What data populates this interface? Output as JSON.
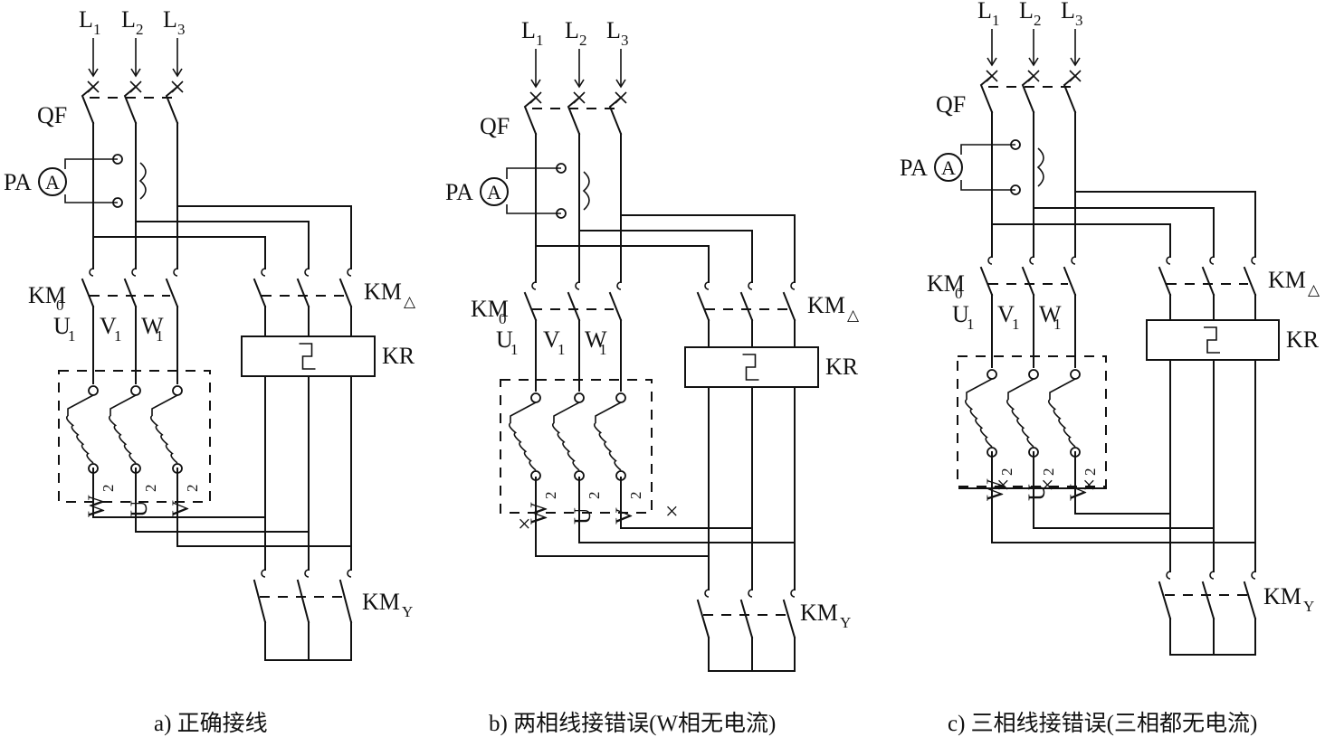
{
  "labels": {
    "L": "L",
    "n1": "1",
    "n2": "2",
    "n3": "3",
    "QF": "QF",
    "PA": "PA",
    "A": "A",
    "KM": "KM",
    "sub0": "0",
    "delta": "△",
    "wye": "Y",
    "KR": "KR",
    "U": "U",
    "V": "V",
    "W": "W",
    "cross": "×"
  },
  "captions": {
    "a": "a) 正确接线",
    "b": "b) 两相线接错误(W相无电流)",
    "c": "c) 三相线接错误(三相都无电流)"
  }
}
